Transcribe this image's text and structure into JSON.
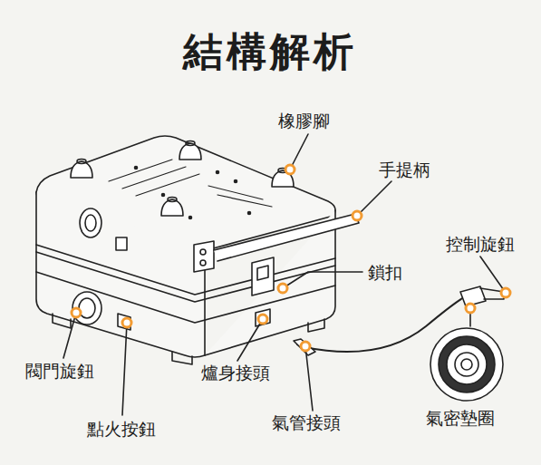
{
  "diagram": {
    "title": "結構解析",
    "labels": [
      "橡膠腳",
      "手提柄",
      "控制旋鈕",
      "鎖扣",
      "閥門旋鈕",
      "爐身接頭",
      "氣密墊圈",
      "氣管接頭",
      "點火按鈕"
    ]
  }
}
